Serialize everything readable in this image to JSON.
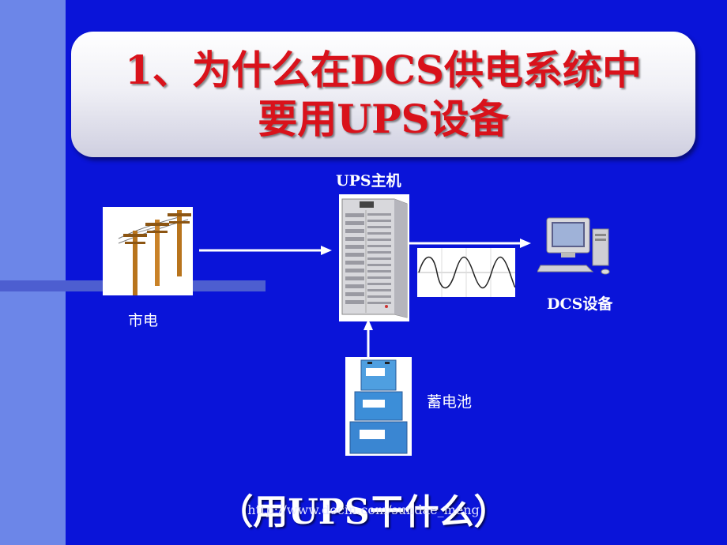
{
  "slide": {
    "title_line1": "1、为什么在DCS供电系统中",
    "title_line2": "要用UPS设备",
    "caption": "（用UPS干什么）",
    "watermark": "http://www.docin.com/sundae_meng"
  },
  "diagram": {
    "mains_label": "市电",
    "ups_label": "UPS主机",
    "dcs_label": "DCS设备",
    "battery_label": "蓄电池"
  },
  "colors": {
    "background": "#0a14d9",
    "side_band": "#6c86e8",
    "title_red": "#d9121b"
  },
  "icons": [
    "power-pole-icon",
    "ups-cabinet-icon",
    "sine-wave-icon",
    "computer-icon",
    "battery-stack-icon"
  ]
}
